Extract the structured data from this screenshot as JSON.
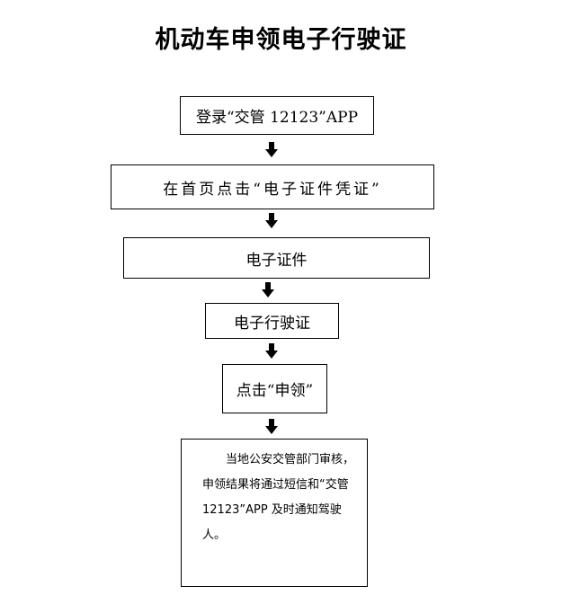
{
  "title": "机动车申领电子行驶证",
  "steps": [
    {
      "text": "登录“交管 12123”APP"
    },
    {
      "text": "在首页点击“电子证件凭证”"
    },
    {
      "text": "电子证件"
    },
    {
      "text": "电子行驶证"
    },
    {
      "text": "点击“申领”"
    },
    {
      "text": "当地公安交管部门审核，申领结果将通过短信和“交管 12123”APP 及时通知驾驶人。"
    }
  ],
  "icons": {
    "connector": "down-arrow-icon"
  },
  "colors": {
    "line": "#000000",
    "background": "#ffffff"
  }
}
